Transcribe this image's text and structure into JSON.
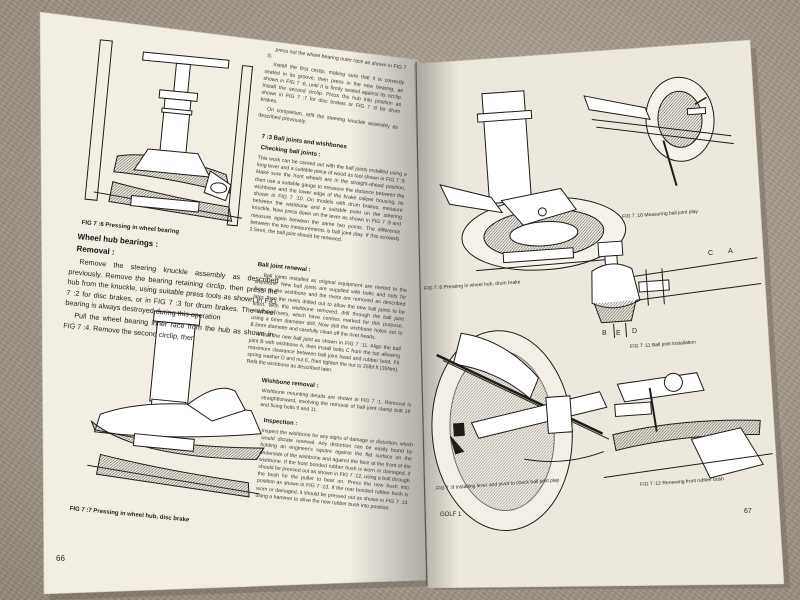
{
  "left_page": {
    "fig_7_6_caption": "FIG 7 :6   Pressing in wheel bearing",
    "wheel_hub_heading": "Wheel hub bearings :",
    "removal_heading": "Removal :",
    "removal_paragraphs": [
      "Remove the steering knuckle assembly as described previously. Remove the bearing retaining circlip, then press the hub from the knuckle, using suitable press tools as shown in FIG 7 :2 for disc brakes, or in FIG 7 :3 for drum brakes. The wheel bearing is always destroyed during this operation",
      "Pull the wheel bearing inner race from the hub as shown in FIG 7 :4. Remove the second circlip, then"
    ],
    "fig_7_7_caption": "FIG 7 :7   Pressing in wheel hub, disc brake",
    "page_number": "66"
  },
  "right_text_column": {
    "intro_paragraphs": [
      "press out the wheel bearing outer race as shown in FIG 7 :5.",
      "Install the first circlip, making sure that it is correctly seated in its groove, then press in the new bearing, as shown in FIG 7 :6, until it is firmly seated against its circlip. Install the second circlip. Press the hub into position as shown in FIG 7 :7 for disc brakes or FIG 7 :8 for drum brakes.",
      "On completion, refit the steering knuckle assembly as described previously."
    ],
    "section_heading": "7 :3 Ball joints and wishbones",
    "checking_heading": "Checking ball joints :",
    "checking_paragraph": "This work can be carried out with the ball joints installed using a long lever and a suitable piece of wood as tool shown in FIG 7 :9. Make sure the front wheels are in the straight-ahead position, then use a suitable gauge to measure the distance between the wishbone and the lower edge of the brake caliper housing, as shown in FIG 7 :10. On models with drum brakes, measure between the wishbone and a suitable point on the steering knuckle. Now press down on the lever as shown in FIG 7 :9 and measure again between the same two points. The difference between the two measurements is ball joint play. If this exceeds 2.5mm, the ball joint should be renewed.",
    "renewal_heading": "Ball joint renewal :",
    "renewal_paragraphs": [
      "Ball joints installed as original equipment are riveted to the wishbone. New ball joints are supplied with bolts and nuts for fixing to the wishbone and the rivets are removed as described later, then the rivets drilled out to allow the new ball joints to be fitted. With the wishbone removed, drill through the ball joint attaching rivets, which have centres marked for this purpose, using a 6mm diameter drill. Now drill the wishbone holes out to 8.3mm diameter and carefully clean off the rivet heads.",
      "Install the new ball joint as shown in FIG 7 :11. Align the ball joint B with wishbone A, then install bolts C from the top allowing maximum clearance between ball joint head and rubber boot. Fit spring washer D and nut E, then tighten the nut to 25lbf ft (35Nm). Refit the wishbone as described later."
    ],
    "wishbone_heading": "Wishbone removal :",
    "wishbone_paragraph": "Wishbone mounting details are shown in FIG 7 :1. Removal is straightforward, involving the removal of ball joint clamp bolt 19 and fixing bolts 9 and 11.",
    "inspection_heading": "Inspection :",
    "inspection_paragraph": "Inspect the wishbone for any signs of damage or distortion, which would dictate renewal. Any distortion can be easily found by holding an engineer's square against the flat surface on the underside of the wishbone and against the face at the front of the wishbone. If the front bonded rubber bush is worn or damaged, it should be pressed out as shown in FIG 7 :12, using a bolt through the bush for the puller to bear on. Press the new bush into position as shown in FIG 7 :13. If the rear bonded rubber bush is worn or damaged, it should be pressed out as shown in FIG 7 :14 using a hammer to drive the new rubber bush into position."
  },
  "right_page": {
    "fig_7_8_caption": "FIG 7 :8   Pressing in wheel hub, drum brake",
    "fig_7_9_caption": "FIG 7 :9   Installing lever and pivot to check ball joint play",
    "fig_7_10_caption": "FIG 7 :10   Measuring ball joint play",
    "fig_7_11_caption": "FIG 7 :11   Ball joint installation",
    "fig_7_12_caption": "FIG 7 :12   Renewing front rubber bush",
    "fig_7_11_labels": [
      "C",
      "A",
      "B",
      "E",
      "D"
    ],
    "footer_left": "GOLF 1",
    "page_number": "67"
  },
  "colors": {
    "paper_left": "#f2eee4",
    "paper_right": "#ece8dd",
    "ink": "#1f1d1a",
    "tablecloth": "#a59a8c"
  }
}
